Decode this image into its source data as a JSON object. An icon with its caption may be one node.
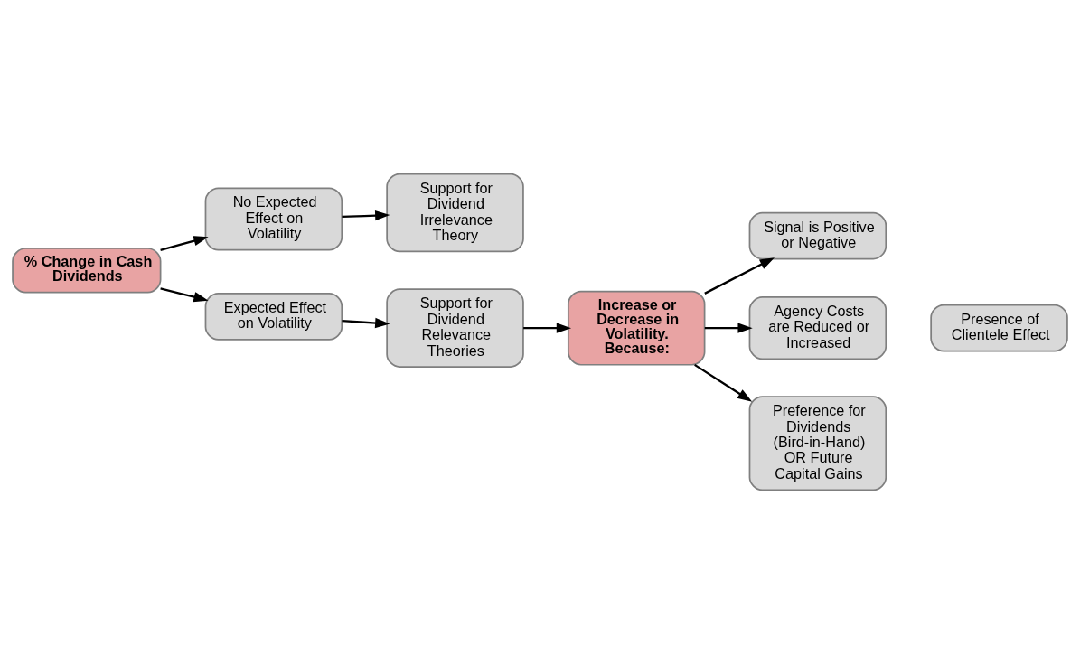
{
  "diagram": {
    "nodes": [
      {
        "text": [
          "% Change in Cash Dividends"
        ]
      },
      {
        "text": [
          "No Expected Effect on Volatility"
        ]
      },
      {
        "text": [
          "Support for Dividend Irrelevance Theory"
        ]
      },
      {
        "text": [
          "Expected Effect on Volatility"
        ]
      },
      {
        "text": [
          "Support for Dividend Relevance Theories"
        ]
      },
      {
        "text": [
          "Increase or Decrease in Volatility. Because:"
        ]
      },
      {
        "text": [
          "Signal is Positive or Negative"
        ]
      },
      {
        "text": [
          "Agency Costs are Reduced or Increased"
        ]
      },
      {
        "text": [
          "Preference for Dividends (Bird-in-Hand) OR Future Capital Gains"
        ]
      },
      {
        "text": [
          "Presence of Clientele Effect"
        ]
      }
    ],
    "edges": [
      {
        "from": 0,
        "to": 1,
        "arrow": "to"
      },
      {
        "from": 0,
        "to": 3,
        "arrow": "to"
      },
      {
        "from": 1,
        "to": 2,
        "arrow": "to"
      },
      {
        "from": 3,
        "to": 4,
        "arrow": "to"
      },
      {
        "from": 4,
        "to": 5,
        "arrow": "to"
      },
      {
        "from": 5,
        "to": 6,
        "arrow": "to"
      },
      {
        "from": 5,
        "to": 7,
        "arrow": "to"
      },
      {
        "from": 5,
        "to": 8,
        "arrow": "to"
      }
    ]
  }
}
